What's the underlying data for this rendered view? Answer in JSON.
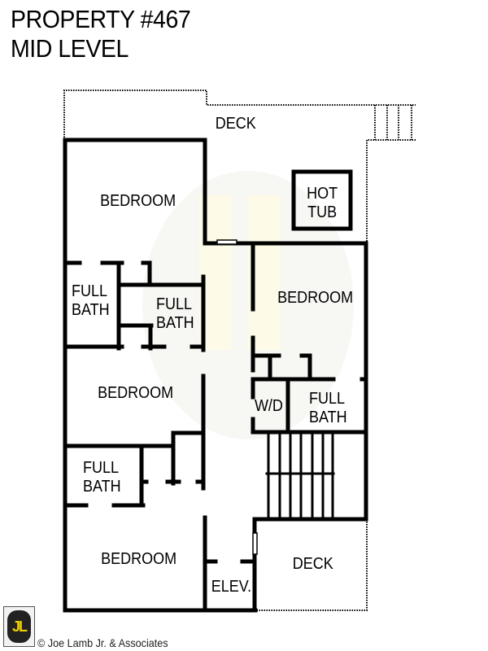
{
  "header": {
    "title": "PROPERTY #467",
    "subtitle": "MID LEVEL"
  },
  "rooms": {
    "deck_top": "DECK",
    "hot_tub": "HOT\nTUB",
    "bedroom_nw": "BEDROOM",
    "full_bath_w": "FULL\nBATH",
    "full_bath_mid": "FULL\nBATH",
    "bedroom_e": "BEDROOM",
    "bedroom_w": "BEDROOM",
    "wd": "W/D",
    "full_bath_e": "FULL\nBATH",
    "full_bath_sw": "FULL\nBATH",
    "bedroom_sw": "BEDROOM",
    "elevator": "ELEV.",
    "deck_bottom": "DECK"
  },
  "footer": {
    "logo_text": "JL",
    "copyright": "© Joe Lamb Jr. & Associates"
  },
  "colors": {
    "wall": "#000000",
    "watermark": "#fdfbe6",
    "logo_yellow": "#f0d000"
  }
}
